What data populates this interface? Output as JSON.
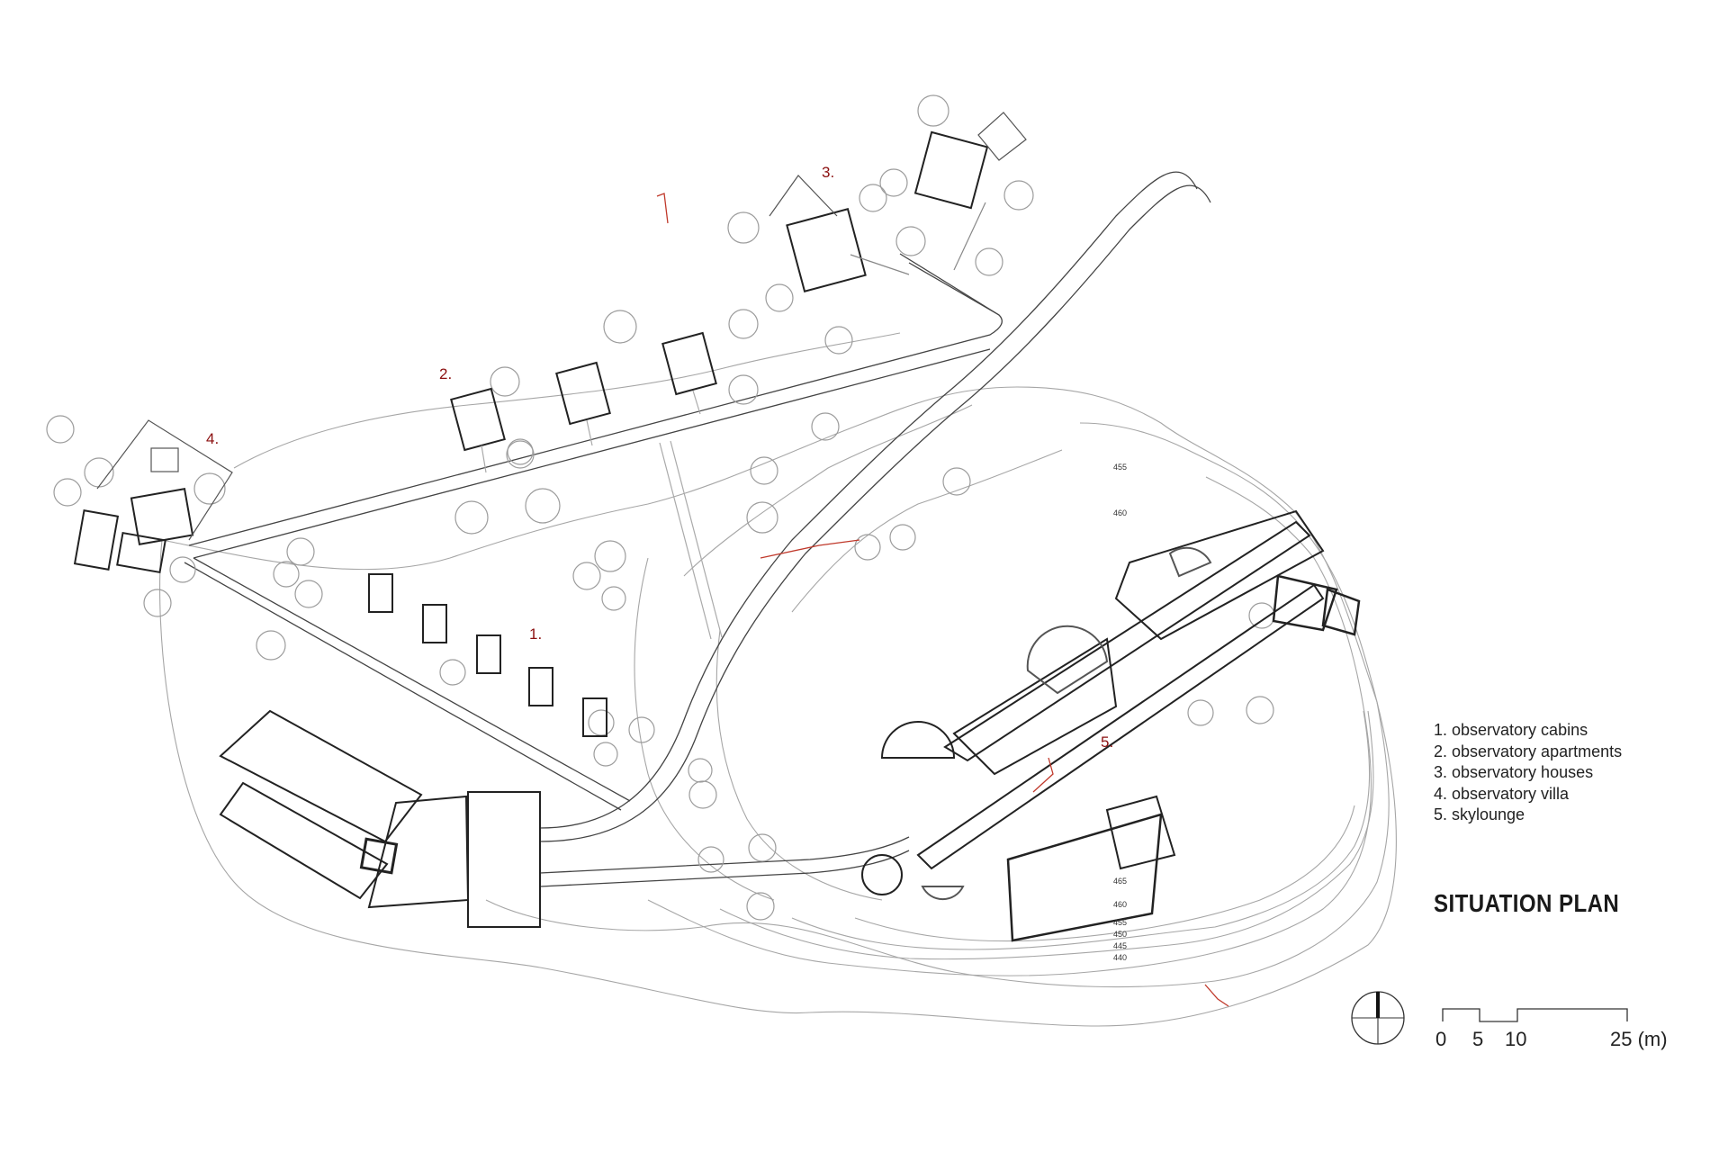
{
  "title": "SITUATION PLAN",
  "accent_color": "#8b0f0f",
  "line_color": "#222222",
  "contour_color": "#9a9a9a",
  "markers": [
    {
      "id": "cabins",
      "text": "1."
    },
    {
      "id": "apartments",
      "text": "2."
    },
    {
      "id": "houses",
      "text": "3."
    },
    {
      "id": "villa",
      "text": "4."
    },
    {
      "id": "skylounge",
      "text": "5."
    }
  ],
  "legend": [
    "1. observatory cabins",
    "2. observatory apartments",
    "3. observatory houses",
    "4. observatory villa",
    "5. skylounge"
  ],
  "contours": {
    "upper": [
      "455",
      "460"
    ],
    "lower": [
      "465",
      "460",
      "455",
      "450",
      "445",
      "440"
    ]
  },
  "scale_bar": {
    "ticks": [
      "0",
      "5",
      "10",
      "25 (m)"
    ]
  },
  "north_icon": "north-arrow-icon"
}
